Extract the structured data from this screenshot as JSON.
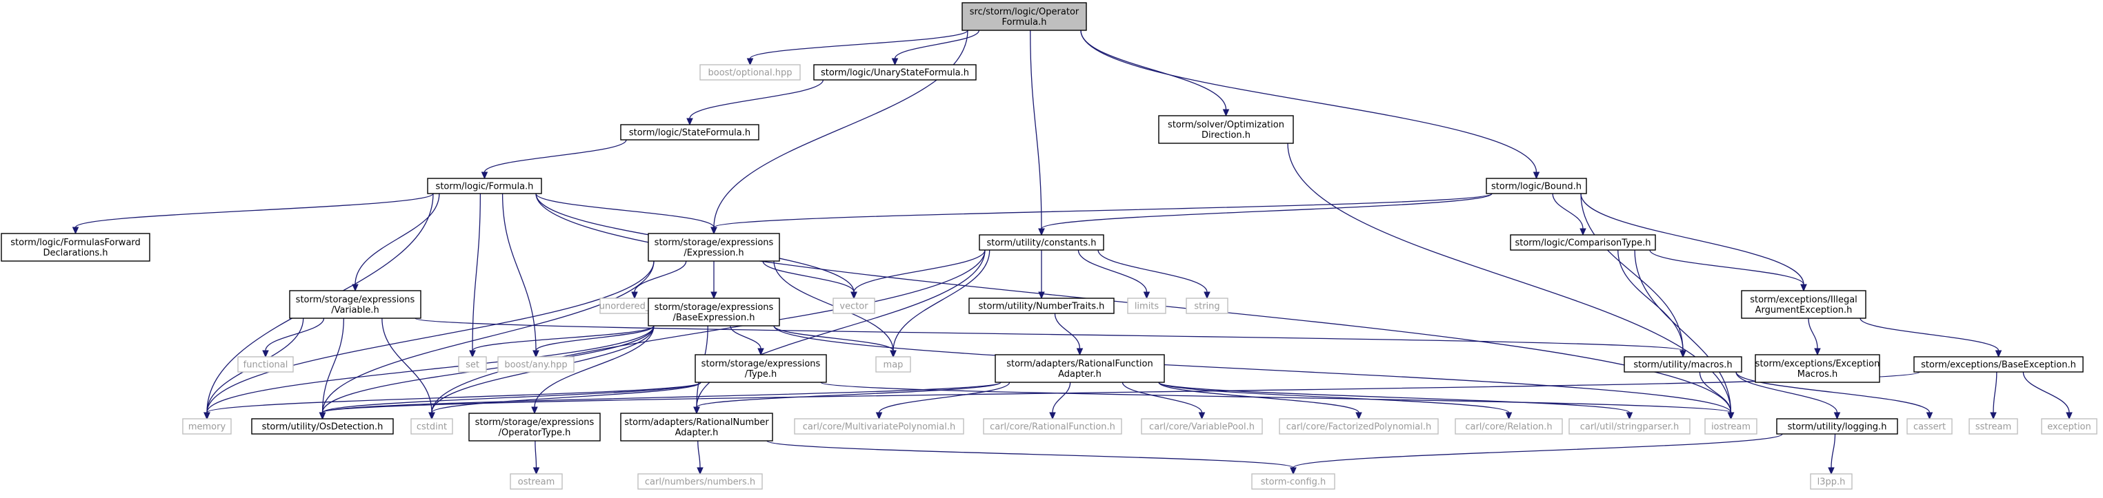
{
  "nodes": {
    "operator_formula": {
      "lines": [
        "src/storm/logic/Operator",
        "Formula.h"
      ],
      "kind": "root"
    },
    "boost_optional": {
      "lines": [
        "boost/optional.hpp"
      ],
      "kind": "ext"
    },
    "unary_state_formula": {
      "lines": [
        "storm/logic/UnaryStateFormula.h"
      ],
      "kind": "int"
    },
    "optimization_direction": {
      "lines": [
        "storm/solver/Optimization",
        "Direction.h"
      ],
      "kind": "int"
    },
    "bound": {
      "lines": [
        "storm/logic/Bound.h"
      ],
      "kind": "int"
    },
    "state_formula": {
      "lines": [
        "storm/logic/StateFormula.h"
      ],
      "kind": "int"
    },
    "formula": {
      "lines": [
        "storm/logic/Formula.h"
      ],
      "kind": "int"
    },
    "formulas_forward": {
      "lines": [
        "storm/logic/FormulasForward",
        "Declarations.h"
      ],
      "kind": "int"
    },
    "expression": {
      "lines": [
        "storm/storage/expressions",
        "/Expression.h"
      ],
      "kind": "int"
    },
    "constants": {
      "lines": [
        "storm/utility/constants.h"
      ],
      "kind": "int"
    },
    "comparison_type": {
      "lines": [
        "storm/logic/ComparisonType.h"
      ],
      "kind": "int"
    },
    "illegal_argument_exception": {
      "lines": [
        "storm/exceptions/Illegal",
        "ArgumentException.h"
      ],
      "kind": "int"
    },
    "variable": {
      "lines": [
        "storm/storage/expressions",
        "/Variable.h"
      ],
      "kind": "int"
    },
    "unordered_map": {
      "lines": [
        "unordered_map"
      ],
      "kind": "ext"
    },
    "base_expression": {
      "lines": [
        "storm/storage/expressions",
        "/BaseExpression.h"
      ],
      "kind": "int"
    },
    "vector": {
      "lines": [
        "vector"
      ],
      "kind": "ext"
    },
    "number_traits": {
      "lines": [
        "storm/utility/NumberTraits.h"
      ],
      "kind": "int"
    },
    "limits": {
      "lines": [
        "limits"
      ],
      "kind": "ext"
    },
    "string": {
      "lines": [
        "string"
      ],
      "kind": "ext"
    },
    "functional": {
      "lines": [
        "functional"
      ],
      "kind": "ext"
    },
    "set": {
      "lines": [
        "set"
      ],
      "kind": "ext"
    },
    "boost_any": {
      "lines": [
        "boost/any.hpp"
      ],
      "kind": "ext"
    },
    "map": {
      "lines": [
        "map"
      ],
      "kind": "ext"
    },
    "type_h": {
      "lines": [
        "storm/storage/expressions",
        "/Type.h"
      ],
      "kind": "int"
    },
    "rational_function_adapter": {
      "lines": [
        "storm/adapters/RationalFunction",
        "Adapter.h"
      ],
      "kind": "int"
    },
    "macros": {
      "lines": [
        "storm/utility/macros.h"
      ],
      "kind": "int"
    },
    "exception_macros": {
      "lines": [
        "storm/exceptions/Exception",
        "Macros.h"
      ],
      "kind": "int"
    },
    "base_exception": {
      "lines": [
        "storm/exceptions/BaseException.h"
      ],
      "kind": "int"
    },
    "memory": {
      "lines": [
        "memory"
      ],
      "kind": "ext"
    },
    "os_detection": {
      "lines": [
        "storm/utility/OsDetection.h"
      ],
      "kind": "int"
    },
    "cstdint": {
      "lines": [
        "cstdint"
      ],
      "kind": "ext"
    },
    "operator_type": {
      "lines": [
        "storm/storage/expressions",
        "/OperatorType.h"
      ],
      "kind": "int"
    },
    "rational_number_adapter": {
      "lines": [
        "storm/adapters/RationalNumber",
        "Adapter.h"
      ],
      "kind": "int"
    },
    "multivariate_polynomial": {
      "lines": [
        "carl/core/MultivariatePolynomial.h"
      ],
      "kind": "ext"
    },
    "rational_function": {
      "lines": [
        "carl/core/RationalFunction.h"
      ],
      "kind": "ext"
    },
    "variable_pool": {
      "lines": [
        "carl/core/VariablePool.h"
      ],
      "kind": "ext"
    },
    "factorized_polynomial": {
      "lines": [
        "carl/core/FactorizedPolynomial.h"
      ],
      "kind": "ext"
    },
    "relation": {
      "lines": [
        "carl/core/Relation.h"
      ],
      "kind": "ext"
    },
    "stringparser": {
      "lines": [
        "carl/util/stringparser.h"
      ],
      "kind": "ext"
    },
    "iostream": {
      "lines": [
        "iostream"
      ],
      "kind": "ext"
    },
    "logging": {
      "lines": [
        "storm/utility/logging.h"
      ],
      "kind": "int"
    },
    "cassert": {
      "lines": [
        "cassert"
      ],
      "kind": "ext"
    },
    "sstream": {
      "lines": [
        "sstream"
      ],
      "kind": "ext"
    },
    "exception": {
      "lines": [
        "exception"
      ],
      "kind": "ext"
    },
    "ostream": {
      "lines": [
        "ostream"
      ],
      "kind": "ext"
    },
    "carl_numbers": {
      "lines": [
        "carl/numbers/numbers.h"
      ],
      "kind": "ext"
    },
    "storm_config": {
      "lines": [
        "storm-config.h"
      ],
      "kind": "ext"
    },
    "l3pp": {
      "lines": [
        "l3pp.h"
      ],
      "kind": "ext"
    }
  },
  "edges": [
    [
      "operator_formula",
      "boost_optional"
    ],
    [
      "operator_formula",
      "unary_state_formula"
    ],
    [
      "operator_formula",
      "expression"
    ],
    [
      "operator_formula",
      "constants"
    ],
    [
      "operator_formula",
      "optimization_direction"
    ],
    [
      "operator_formula",
      "bound"
    ],
    [
      "unary_state_formula",
      "state_formula"
    ],
    [
      "state_formula",
      "formula"
    ],
    [
      "formula",
      "formulas_forward"
    ],
    [
      "formula",
      "memory"
    ],
    [
      "formula",
      "variable"
    ],
    [
      "formula",
      "set"
    ],
    [
      "formula",
      "boost_any"
    ],
    [
      "formula",
      "expression"
    ],
    [
      "formula",
      "vector"
    ],
    [
      "formula",
      "iostream"
    ],
    [
      "expression",
      "memory"
    ],
    [
      "expression",
      "unordered_map"
    ],
    [
      "expression",
      "base_expression"
    ],
    [
      "expression",
      "vector"
    ],
    [
      "expression",
      "map"
    ],
    [
      "expression",
      "os_detection"
    ],
    [
      "variable",
      "functional"
    ],
    [
      "variable",
      "memory"
    ],
    [
      "variable",
      "os_detection"
    ],
    [
      "variable",
      "cstdint"
    ],
    [
      "variable",
      "macros"
    ],
    [
      "base_expression",
      "set"
    ],
    [
      "base_expression",
      "boost_any"
    ],
    [
      "base_expression",
      "map"
    ],
    [
      "base_expression",
      "type_h"
    ],
    [
      "base_expression",
      "memory"
    ],
    [
      "base_expression",
      "os_detection"
    ],
    [
      "base_expression",
      "cstdint"
    ],
    [
      "base_expression",
      "operator_type"
    ],
    [
      "base_expression",
      "rational_number_adapter"
    ],
    [
      "base_expression",
      "iostream"
    ],
    [
      "type_h",
      "memory"
    ],
    [
      "type_h",
      "os_detection"
    ],
    [
      "type_h",
      "cstdint"
    ],
    [
      "type_h",
      "iostream"
    ],
    [
      "operator_type",
      "ostream"
    ],
    [
      "constants",
      "vector"
    ],
    [
      "constants",
      "limits"
    ],
    [
      "constants",
      "string"
    ],
    [
      "constants",
      "number_traits"
    ],
    [
      "constants",
      "map"
    ],
    [
      "constants",
      "cstdint"
    ],
    [
      "constants",
      "rational_number_adapter"
    ],
    [
      "number_traits",
      "rational_function_adapter"
    ],
    [
      "rational_function_adapter",
      "os_detection"
    ],
    [
      "rational_function_adapter",
      "rational_number_adapter"
    ],
    [
      "rational_function_adapter",
      "multivariate_polynomial"
    ],
    [
      "rational_function_adapter",
      "rational_function"
    ],
    [
      "rational_function_adapter",
      "variable_pool"
    ],
    [
      "rational_function_adapter",
      "factorized_polynomial"
    ],
    [
      "rational_function_adapter",
      "relation"
    ],
    [
      "rational_function_adapter",
      "stringparser"
    ],
    [
      "rational_number_adapter",
      "carl_numbers"
    ],
    [
      "rational_number_adapter",
      "storm_config"
    ],
    [
      "optimization_direction",
      "iostream"
    ],
    [
      "bound",
      "expression"
    ],
    [
      "bound",
      "constants"
    ],
    [
      "bound",
      "comparison_type"
    ],
    [
      "bound",
      "illegal_argument_exception"
    ],
    [
      "bound",
      "macros"
    ],
    [
      "comparison_type",
      "illegal_argument_exception"
    ],
    [
      "comparison_type",
      "macros"
    ],
    [
      "comparison_type",
      "iostream"
    ],
    [
      "illegal_argument_exception",
      "exception_macros"
    ],
    [
      "illegal_argument_exception",
      "base_exception"
    ],
    [
      "base_exception",
      "os_detection"
    ],
    [
      "base_exception",
      "sstream"
    ],
    [
      "base_exception",
      "exception"
    ],
    [
      "macros",
      "iostream"
    ],
    [
      "macros",
      "logging"
    ],
    [
      "macros",
      "cassert"
    ],
    [
      "logging",
      "storm_config"
    ],
    [
      "logging",
      "l3pp"
    ]
  ]
}
